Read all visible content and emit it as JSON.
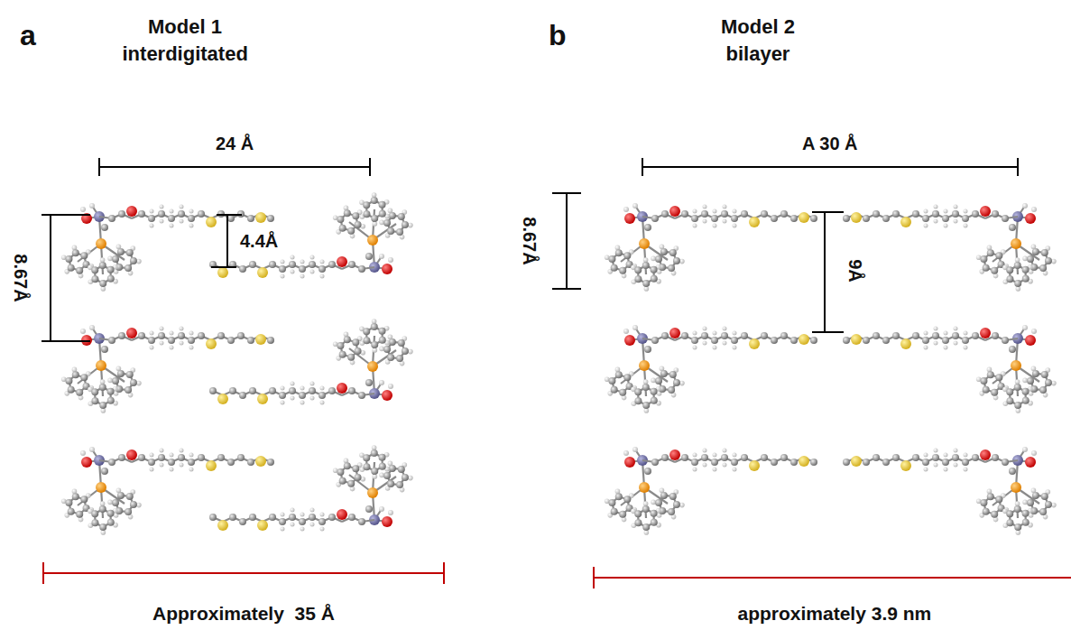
{
  "diagram": {
    "labels": [
      "a",
      "Model 1",
      "interdigitated",
      "24 Å",
      "8.67Å",
      "4.4Å",
      "Approximately  35 Å",
      "b",
      "Model 2",
      "bilayer",
      "A 30 Å",
      "8.67Å",
      "9Å",
      "approximately 3.9 nm"
    ]
  }
}
